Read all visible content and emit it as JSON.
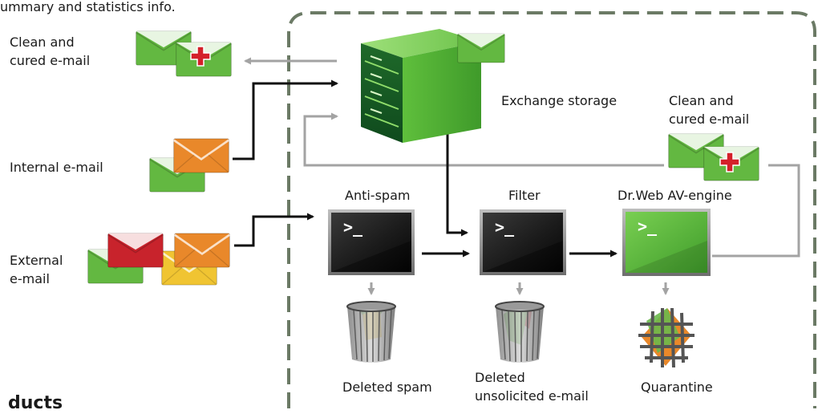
{
  "header": {
    "intro_text_fragment": "ummary and statistics info."
  },
  "footer": {
    "cut_off_heading": "ducts"
  },
  "sources": {
    "clean_cured_out": [
      "Clean and",
      "cured e-mail"
    ],
    "internal": "Internal e-mail",
    "external": [
      "External",
      "e-mail"
    ]
  },
  "storage": {
    "label": "Exchange storage"
  },
  "return_path": {
    "label": [
      "Clean and",
      "cured e-mail"
    ]
  },
  "stages": {
    "antispam": {
      "label": "Anti-spam",
      "prompt": ">_"
    },
    "filter": {
      "label": "Filter",
      "prompt": ">_"
    },
    "av_engine": {
      "label": "Dr.Web AV-engine",
      "prompt": ">_"
    }
  },
  "outputs": {
    "deleted_spam": "Deleted spam",
    "deleted_unsolicited": [
      "Deleted",
      "unsolicited e-mail"
    ],
    "quarantine": "Quarantine"
  },
  "colors": {
    "envelope_green": "#66bb44",
    "envelope_orange": "#e98a2a",
    "envelope_red": "#c8232c",
    "envelope_yellow": "#f0c432",
    "terminal_dark": "#1d1d1d",
    "terminal_green": "#5cba3c",
    "arrow_black": "#111111",
    "arrow_gray": "#a3a3a3",
    "boundary_dashed": "#6b7a65"
  }
}
